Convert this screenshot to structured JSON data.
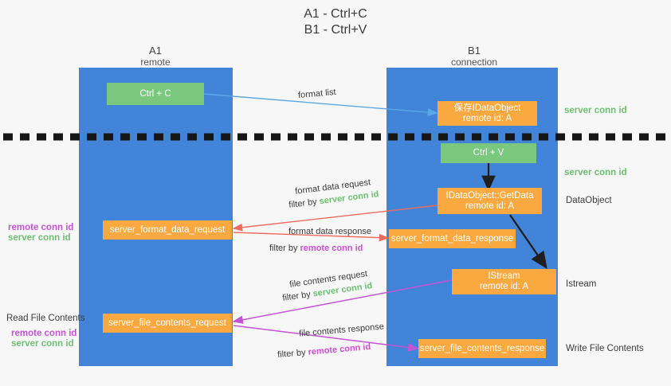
{
  "title": {
    "line1": "A1 - Ctrl+C",
    "line2": "B1 - Ctrl+V"
  },
  "lanes": [
    {
      "id": "a1",
      "name": "A1",
      "role": "remote"
    },
    {
      "id": "b1",
      "name": "B1",
      "role": "connection"
    }
  ],
  "boxes": {
    "ctrl_c": {
      "label": "Ctrl + C",
      "color": "#79c87e"
    },
    "ctrl_v": {
      "label": "Ctrl + V",
      "color": "#79c87e"
    },
    "save_idataobject": {
      "line1": "保存IDataObject",
      "line2": "remote id: A",
      "color": "#f9a93f"
    },
    "getdata": {
      "line1": "IDataObject::GetData",
      "line2": "remote id: A",
      "color": "#f9a93f"
    },
    "istream": {
      "line1": "IStream",
      "line2": "remote id: A",
      "color": "#f9a93f"
    },
    "server_format_data_request": {
      "label": "server_format_data_request",
      "color": "#f9a93f"
    },
    "server_format_data_response": {
      "label": "server_format_data_response",
      "color": "#f9a93f"
    },
    "server_file_contents_request": {
      "label": "server_file_contents_request",
      "color": "#f9a93f"
    },
    "server_file_contents_response": {
      "label": "server_file_contents_response",
      "color": "#f9a93f"
    }
  },
  "right_labels": {
    "server_conn_id_top": "server conn id",
    "server_conn_id_mid": "server conn id",
    "dataobject": "DataObject",
    "istream": "Istream",
    "write_file_contents": "Write File Contents"
  },
  "left_labels": {
    "remote_conn_id_1": "remote conn id",
    "server_conn_id_1": "server conn id",
    "read_file_contents": "Read File Contents",
    "remote_conn_id_2": "remote conn id",
    "server_conn_id_2": "server conn id"
  },
  "arrow_labels": {
    "format_list": "format list",
    "format_data_request": "format data request",
    "format_data_request_filter_prefix": "filter by ",
    "format_data_request_filter_value": "server conn id",
    "format_data_response": "format data response",
    "format_data_response_filter_prefix": "filter by ",
    "format_data_response_filter_value": "remote conn id",
    "file_contents_request": "file contents request",
    "file_contents_request_filter_prefix": "filter by ",
    "file_contents_request_filter_value": "server conn id",
    "file_contents_response": "file contents response",
    "file_contents_response_filter_prefix": "filter by ",
    "file_contents_response_filter_value": "remote conn id"
  },
  "colors": {
    "lane": "#4285d8",
    "orange": "#f9a93f",
    "green_box": "#79c87e",
    "green_text": "#6fbf73",
    "magenta_text": "#cf4fd6",
    "arrow_blue": "#5aa9e6",
    "arrow_red": "#ef6b5e",
    "arrow_magenta": "#c454d4",
    "arrow_dark": "#1f1f1f",
    "background": "#f7f7f7"
  }
}
